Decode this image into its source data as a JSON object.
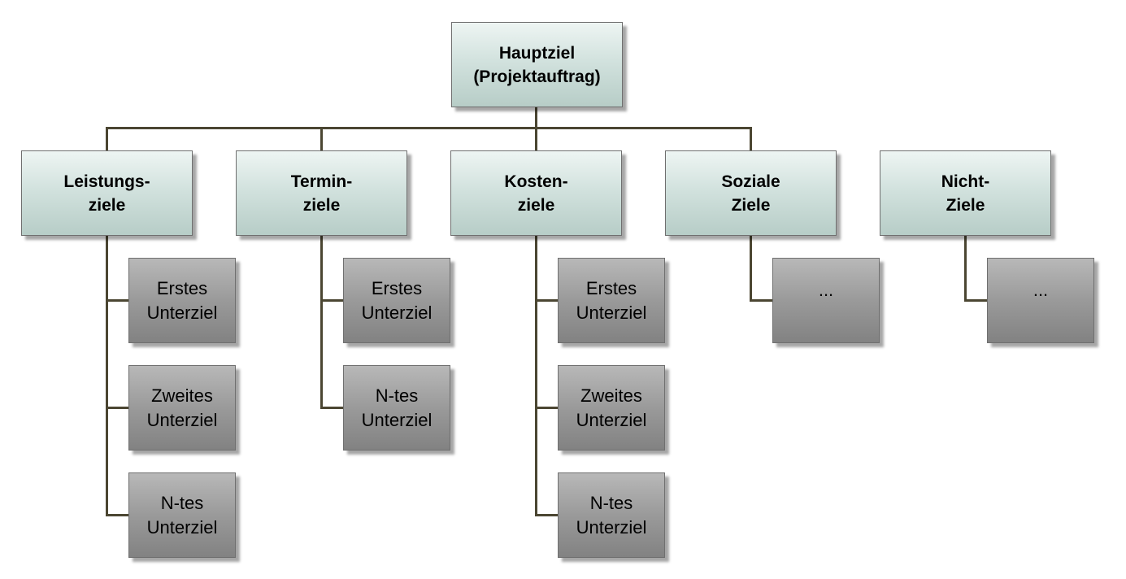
{
  "main_goal": {
    "line1": "Hauptziel",
    "line2": "(Projektauftrag)"
  },
  "categories": [
    {
      "line1": "Leistungs-",
      "line2": "ziele",
      "subgoals": [
        {
          "line1": "Erstes",
          "line2": "Unterziel"
        },
        {
          "line1": "Zweites",
          "line2": "Unterziel"
        },
        {
          "line1": "N-tes",
          "line2": "Unterziel"
        }
      ]
    },
    {
      "line1": "Termin-",
      "line2": "ziele",
      "subgoals": [
        {
          "line1": "Erstes",
          "line2": "Unterziel"
        },
        {
          "line1": "N-tes",
          "line2": "Unterziel"
        }
      ]
    },
    {
      "line1": "Kosten-",
      "line2": "ziele",
      "subgoals": [
        {
          "line1": "Erstes",
          "line2": "Unterziel"
        },
        {
          "line1": "Zweites",
          "line2": "Unterziel"
        },
        {
          "line1": "N-tes",
          "line2": "Unterziel"
        }
      ]
    },
    {
      "line1": "Soziale",
      "line2": "Ziele",
      "subgoals": [
        {
          "line1": "...",
          "line2": ""
        }
      ]
    },
    {
      "line1": "Nicht-",
      "line2": "Ziele",
      "subgoals": [
        {
          "line1": "...",
          "line2": ""
        }
      ]
    }
  ]
}
